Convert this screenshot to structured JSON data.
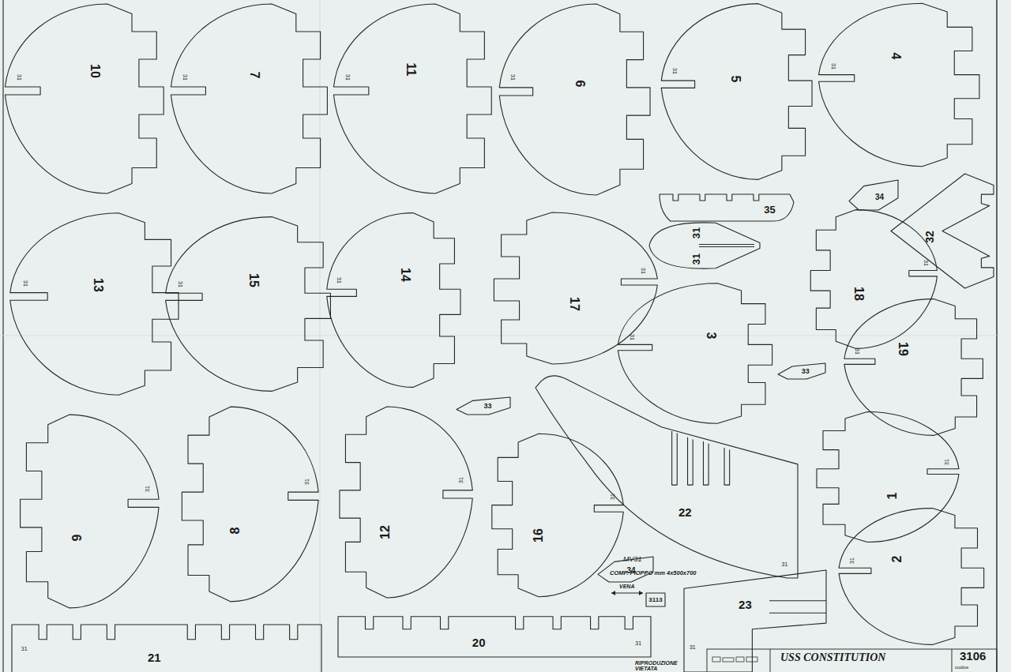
{
  "diagram": {
    "title": "USS CONSTITUTION",
    "nodes": [
      {
        "text": [
          "10",
          "31"
        ]
      },
      {
        "text": [
          "7",
          "31"
        ]
      },
      {
        "text": [
          "11",
          "31"
        ]
      },
      {
        "text": [
          "6",
          "31"
        ]
      },
      {
        "text": [
          "5",
          "31"
        ]
      },
      {
        "text": [
          "4",
          "31"
        ]
      },
      {
        "text": [
          "35"
        ]
      },
      {
        "text": [
          "34"
        ]
      },
      {
        "text": [
          "31",
          "31"
        ]
      },
      {
        "text": [
          "32"
        ]
      },
      {
        "text": [
          "13",
          "31"
        ]
      },
      {
        "text": [
          "15",
          "31"
        ]
      },
      {
        "text": [
          "14",
          "31"
        ]
      },
      {
        "text": [
          "17",
          "31"
        ]
      },
      {
        "text": [
          "18",
          "31"
        ]
      },
      {
        "text": [
          "3",
          "31"
        ]
      },
      {
        "text": [
          "19",
          "31"
        ]
      },
      {
        "text": [
          "33"
        ]
      },
      {
        "text": [
          "33"
        ]
      },
      {
        "text": [
          "22",
          "31"
        ]
      },
      {
        "text": [
          "1",
          "31"
        ]
      },
      {
        "text": [
          "9",
          "31"
        ]
      },
      {
        "text": [
          "8",
          "31"
        ]
      },
      {
        "text": [
          "12",
          "31"
        ]
      },
      {
        "text": [
          "16",
          "31"
        ]
      },
      {
        "text": [
          "2",
          "31"
        ]
      },
      {
        "text": [
          "34"
        ]
      },
      {
        "text": [
          "3113"
        ]
      },
      {
        "text": [
          "23",
          "31"
        ]
      },
      {
        "text": [
          "21",
          "31"
        ]
      },
      {
        "text": [
          "20",
          "31"
        ]
      }
    ],
    "labels": [
      "MV31",
      "COMP. PIOPPO mm 4x500x700",
      "VENA",
      "RIPRODUZIONE VIETATA",
      "3106",
      "codice"
    ]
  }
}
